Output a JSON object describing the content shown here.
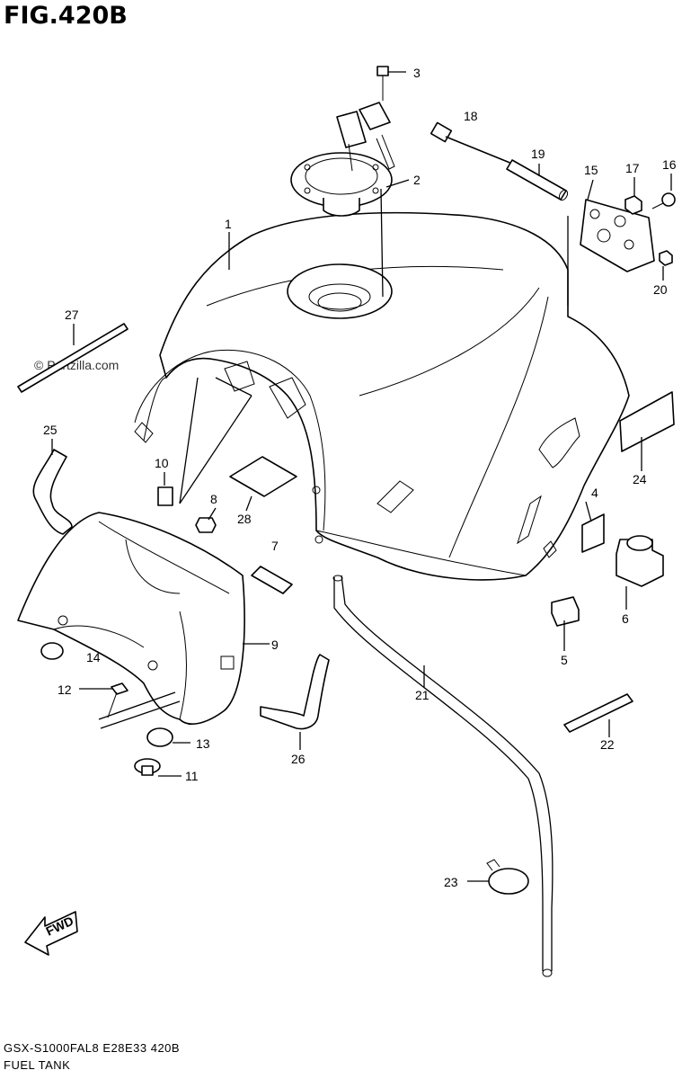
{
  "figure": {
    "title": "FIG.420B",
    "watermark": "© Partzilla.com",
    "model_code": "GSX-S1000FAL8  E28E33  420B",
    "name": "FUEL TANK",
    "direction_label": "FWD"
  },
  "callouts": [
    {
      "id": "c1",
      "label": "1"
    },
    {
      "id": "c2",
      "label": "2"
    },
    {
      "id": "c3",
      "label": "3"
    },
    {
      "id": "c4",
      "label": "4"
    },
    {
      "id": "c5",
      "label": "5"
    },
    {
      "id": "c6",
      "label": "6"
    },
    {
      "id": "c7",
      "label": "7"
    },
    {
      "id": "c8",
      "label": "8"
    },
    {
      "id": "c9",
      "label": "9"
    },
    {
      "id": "c10",
      "label": "10"
    },
    {
      "id": "c11",
      "label": "11"
    },
    {
      "id": "c12",
      "label": "12"
    },
    {
      "id": "c13",
      "label": "13"
    },
    {
      "id": "c14",
      "label": "14"
    },
    {
      "id": "c15",
      "label": "15"
    },
    {
      "id": "c16",
      "label": "16"
    },
    {
      "id": "c17",
      "label": "17"
    },
    {
      "id": "c18",
      "label": "18"
    },
    {
      "id": "c19",
      "label": "19"
    },
    {
      "id": "c20",
      "label": "20"
    },
    {
      "id": "c21",
      "label": "21"
    },
    {
      "id": "c22",
      "label": "22"
    },
    {
      "id": "c23",
      "label": "23"
    },
    {
      "id": "c24",
      "label": "24"
    },
    {
      "id": "c25",
      "label": "25"
    },
    {
      "id": "c26",
      "label": "26"
    },
    {
      "id": "c27",
      "label": "27"
    },
    {
      "id": "c28",
      "label": "28"
    }
  ]
}
